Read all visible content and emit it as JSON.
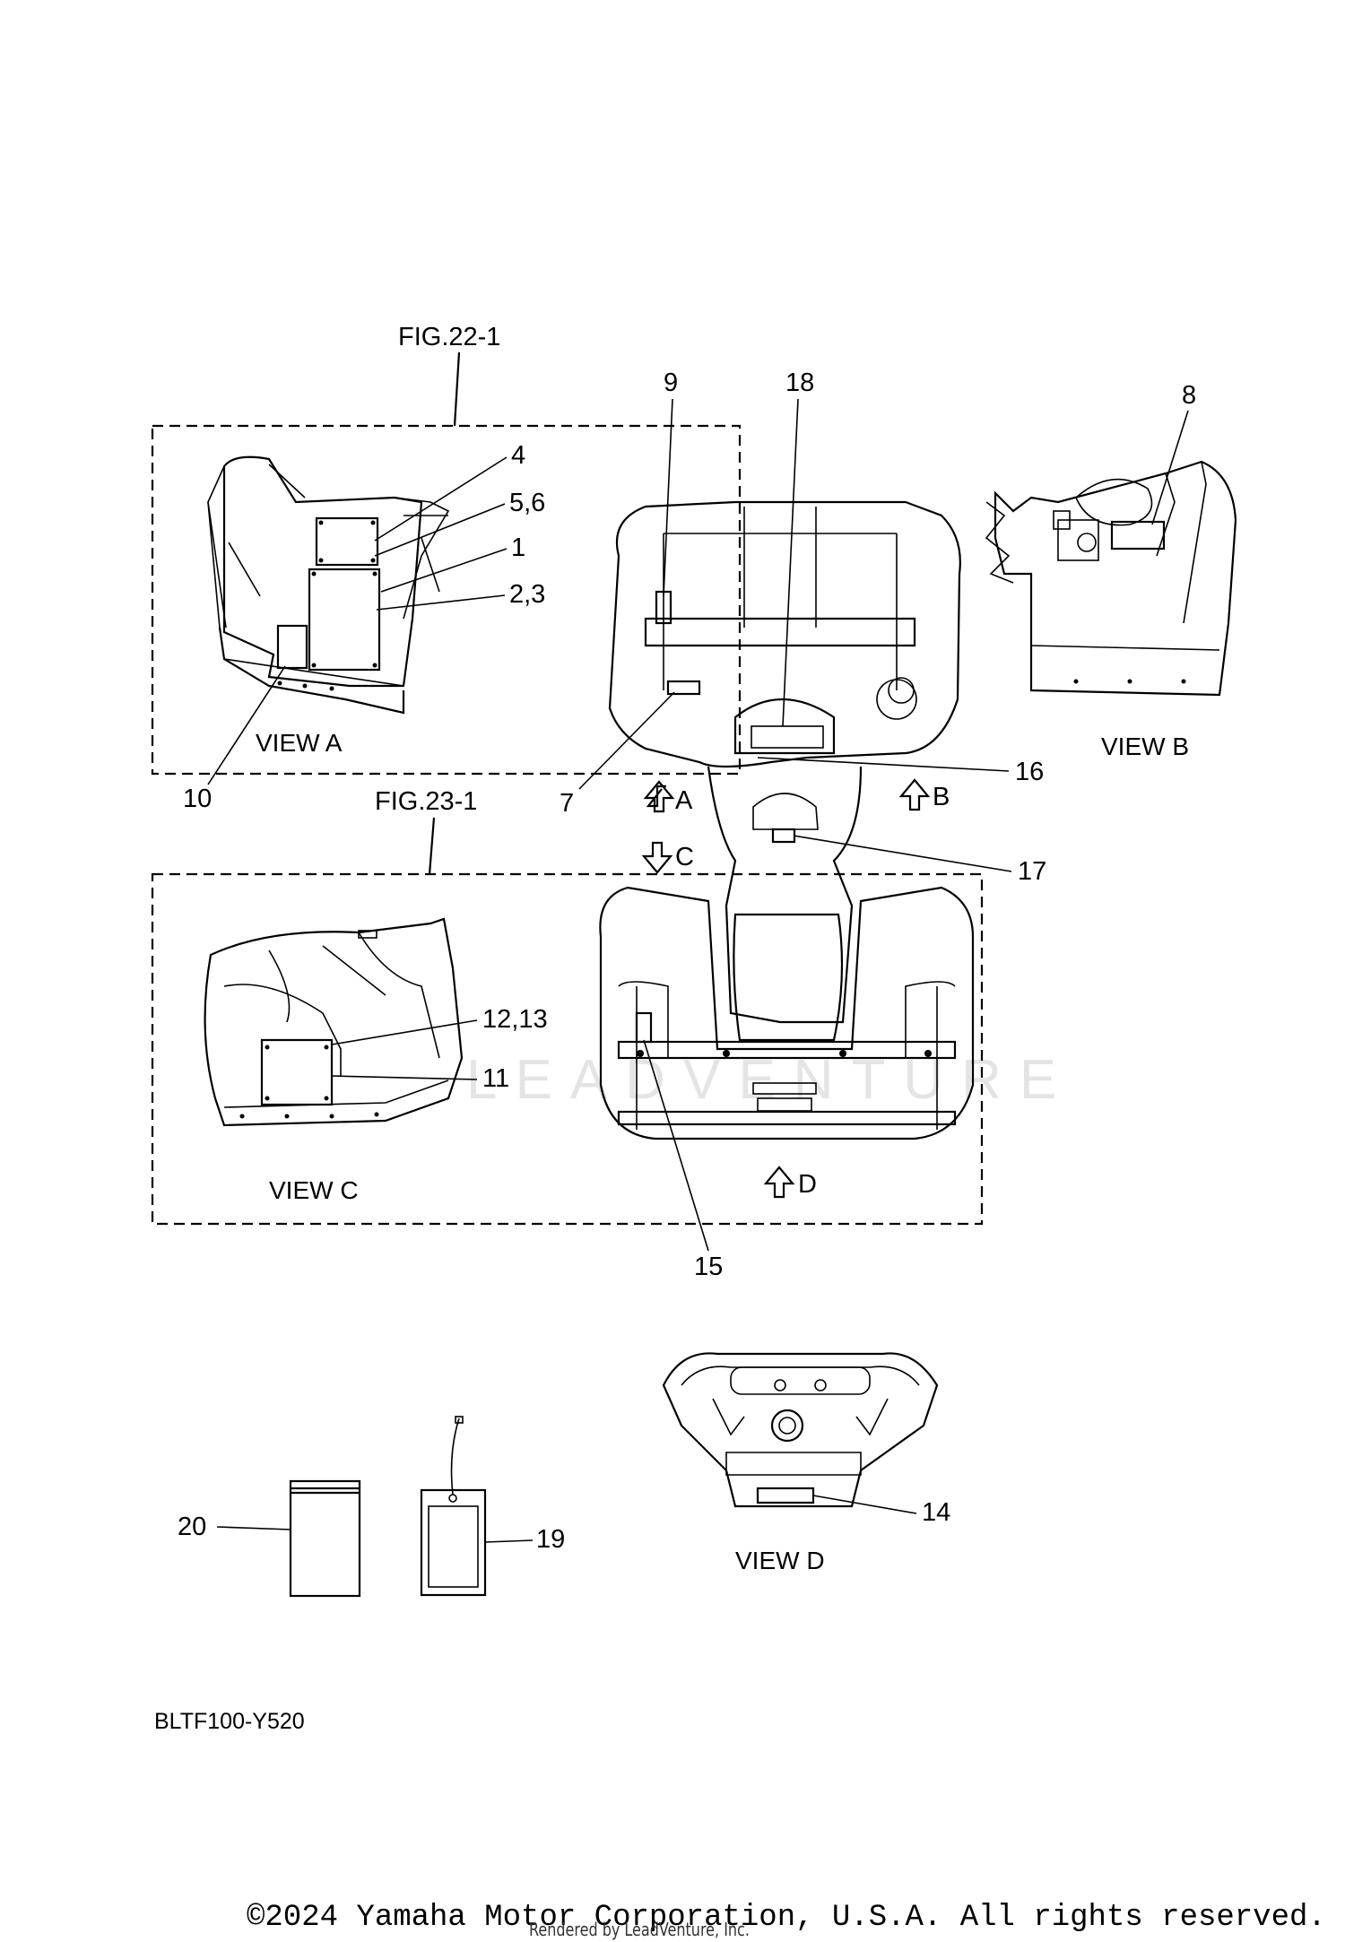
{
  "diagram": {
    "figure_refs": {
      "fig_22_1": "FIG.22-1",
      "fig_23_1": "FIG.23-1"
    },
    "views": {
      "a": "VIEW A",
      "b": "VIEW B",
      "c": "VIEW C",
      "d": "VIEW D"
    },
    "arrows": {
      "a": "A",
      "b": "B",
      "c": "C",
      "d": "D"
    },
    "callouts": {
      "c1": "1",
      "c2_3": "2,3",
      "c4": "4",
      "c5_6": "5,6",
      "c7": "7",
      "c8": "8",
      "c9": "9",
      "c10": "10",
      "c11": "11",
      "c12_13": "12,13",
      "c14": "14",
      "c15": "15",
      "c16": "16",
      "c17": "17",
      "c18": "18",
      "c19": "19",
      "c20": "20"
    },
    "drawing_code": "BLTF100-Y520"
  },
  "footer": {
    "copyright": "©2024 Yamaha Motor Corporation, U.S.A. All rights reserved.",
    "rendered_by": "Rendered by LeadVenture, Inc."
  }
}
